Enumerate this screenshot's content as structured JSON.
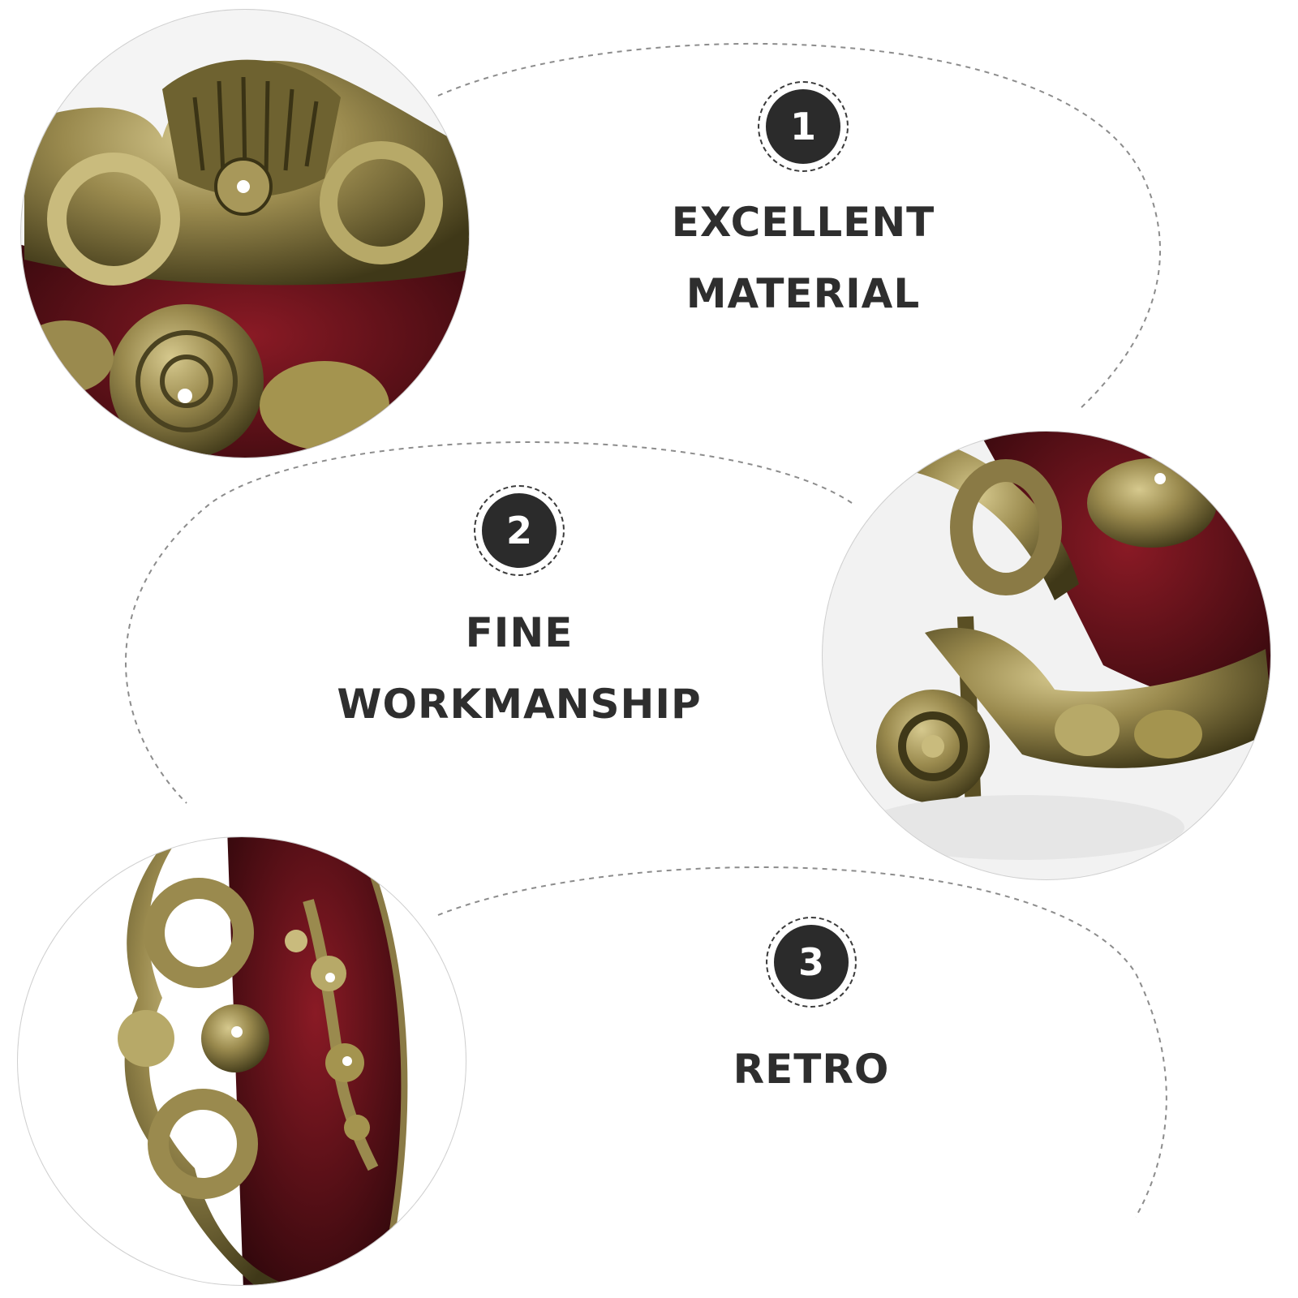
{
  "features": [
    {
      "number": "1",
      "line1": "EXCELLENT",
      "line2": "MATERIAL"
    },
    {
      "number": "2",
      "line1": "FINE",
      "line2": "WORKMANSHIP"
    },
    {
      "number": "3",
      "line1": "RETRO"
    }
  ],
  "colors": {
    "badge": "#2b2b2b",
    "text": "#2e2e2e",
    "bronze": "#8a7a45",
    "enamel_red": "#5a0f17",
    "dashed_line": "#8c8c8c"
  },
  "images": [
    {
      "icon": "ornate-bronze-frame-top-crest-photo"
    },
    {
      "icon": "ornate-bronze-frame-stand-foot-photo"
    },
    {
      "icon": "ornate-bronze-frame-side-scroll-photo"
    }
  ]
}
